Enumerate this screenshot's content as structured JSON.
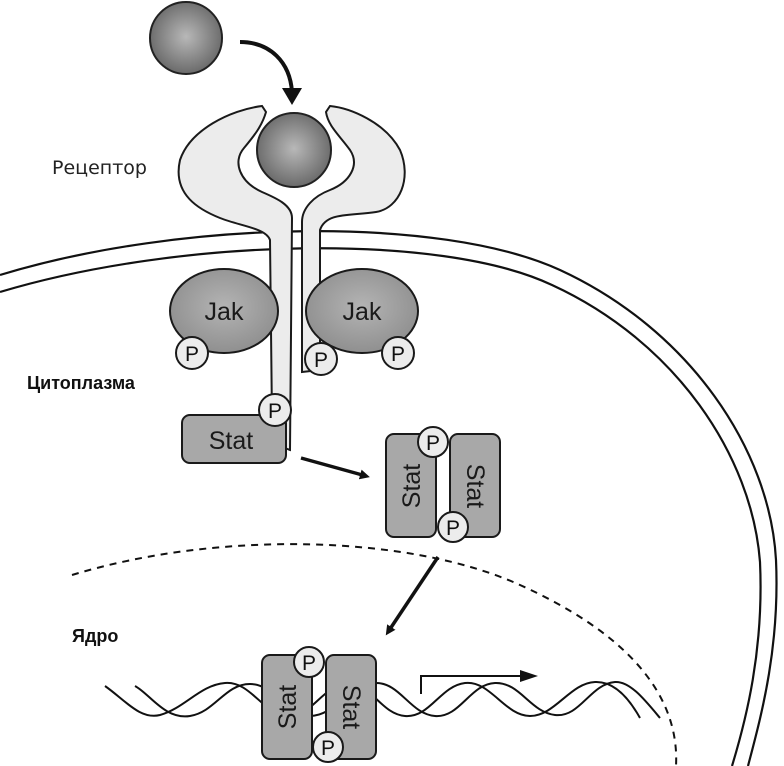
{
  "diagram": {
    "title": "Jak-Stat signaling pathway",
    "labels": {
      "receptor": "Рецептор",
      "cytoplasm": "Цитоплазма",
      "nucleus": "Ядро"
    },
    "proteins": {
      "jak_left": "Jak",
      "jak_right": "Jak",
      "stat_monomer": "Stat",
      "stat_dimer_left": "Stat",
      "stat_dimer_right": "Stat",
      "stat_dna_left": "Stat",
      "stat_dna_right": "Stat"
    },
    "phosphate_label": "P",
    "colors": {
      "ligand": "#7a7a7a",
      "receptor_fill": "#ececec",
      "protein_fill": "#a8a8a8",
      "outline": "#1a1a1a",
      "background": "#ffffff"
    },
    "icons": {
      "ligand": "sphere",
      "binding_arrow": "curved-arrow-down",
      "transport_arrow": "arrow",
      "transcription_arrow": "bent-arrow-right",
      "dna": "double-helix"
    }
  }
}
